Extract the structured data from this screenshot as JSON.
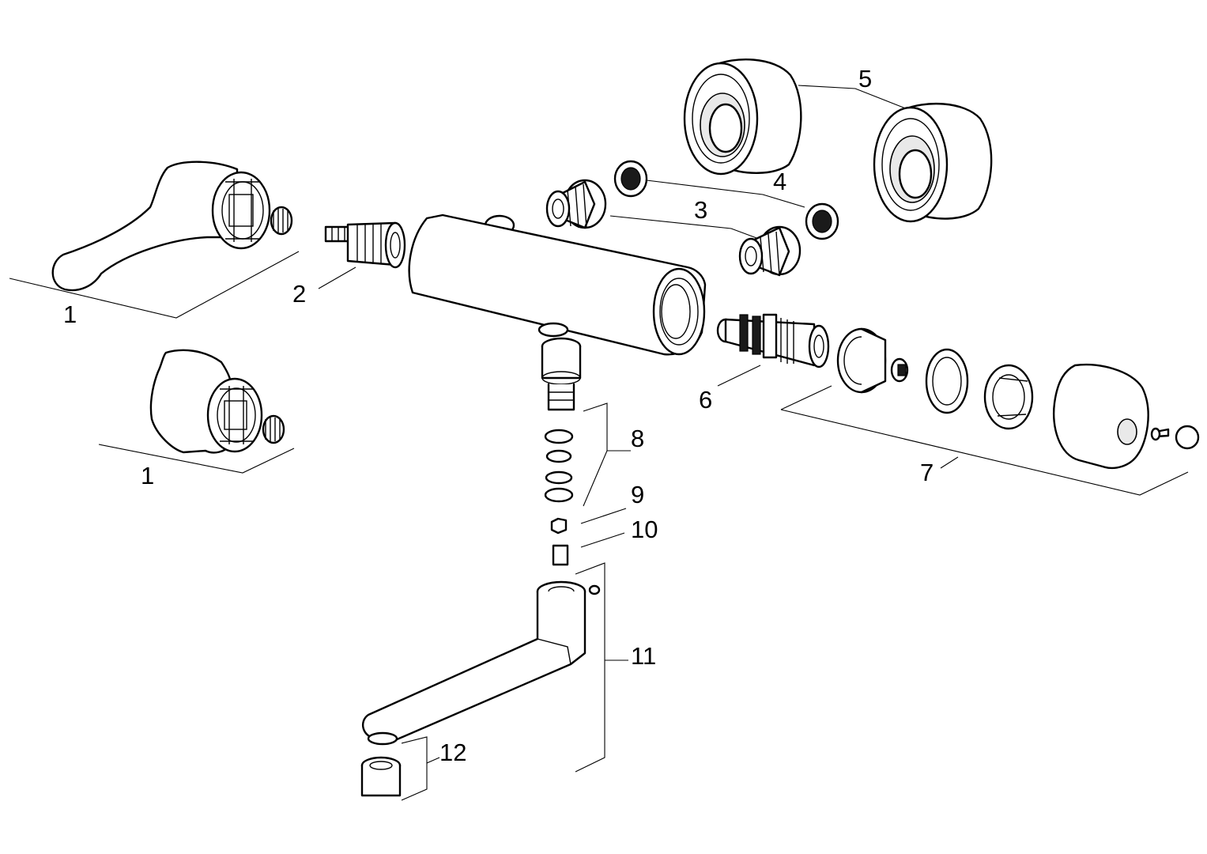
{
  "diagram": {
    "callouts": [
      {
        "id": "c1a",
        "label": "1"
      },
      {
        "id": "c1b",
        "label": "1"
      },
      {
        "id": "c2",
        "label": "2"
      },
      {
        "id": "c3",
        "label": "3"
      },
      {
        "id": "c4",
        "label": "4"
      },
      {
        "id": "c5",
        "label": "5"
      },
      {
        "id": "c6",
        "label": "6"
      },
      {
        "id": "c7",
        "label": "7"
      },
      {
        "id": "c8",
        "label": "8"
      },
      {
        "id": "c9",
        "label": "9"
      },
      {
        "id": "c10",
        "label": "10"
      },
      {
        "id": "c11",
        "label": "11"
      },
      {
        "id": "c12",
        "label": "12"
      }
    ]
  }
}
